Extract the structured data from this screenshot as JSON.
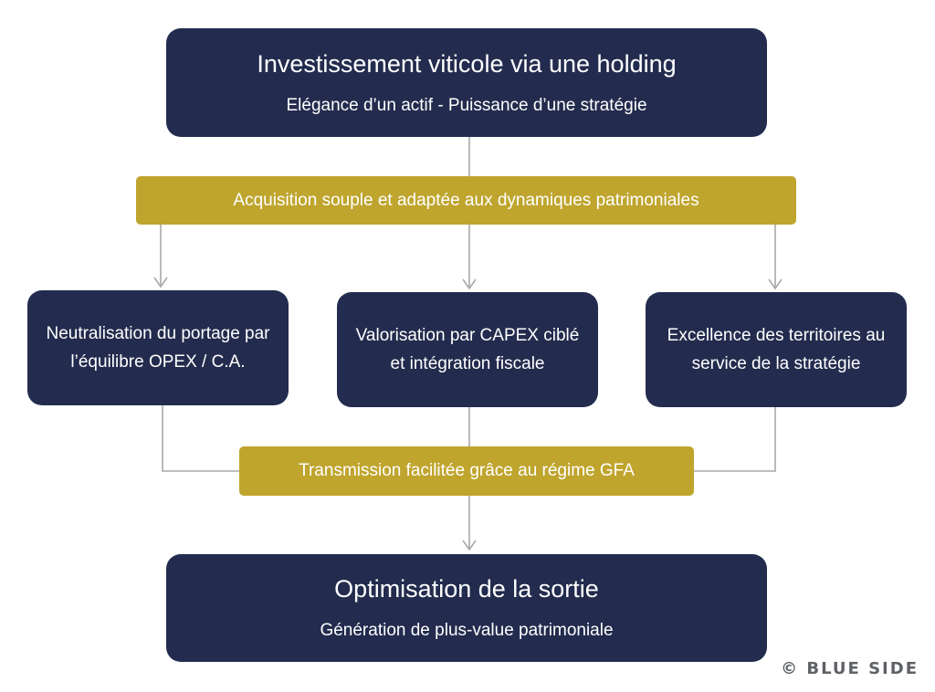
{
  "top_box": {
    "title": "Investissement viticole via une holding",
    "subtitle": "Elégance d’un actif - Puissance d’une stratégie"
  },
  "band_top": {
    "label": "Acquisition souple et adaptée aux dynamiques patrimoniales"
  },
  "pillars": [
    {
      "text": "Neutralisation du portage par l’équilibre OPEX / C.A."
    },
    {
      "text": "Valorisation par CAPEX ciblé et intégration fiscale"
    },
    {
      "text": "Excellence des territoires au service de la stratégie"
    }
  ],
  "band_mid": {
    "label": "Transmission facilitée grâce au régime GFA"
  },
  "bottom_box": {
    "title": "Optimisation de la sortie",
    "subtitle": "Génération de plus-value patrimoniale"
  },
  "copyright": "© BLUE SIDE",
  "colors": {
    "box_fill": "#232c4e",
    "band_fill": "#bfa52e",
    "connector": "#a9a9a9",
    "text": "#ffffff"
  }
}
